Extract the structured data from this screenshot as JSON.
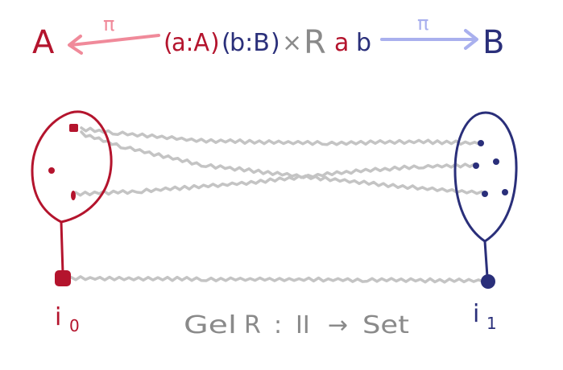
{
  "top_row": {
    "left_set": "A",
    "right_set": "B",
    "left_projection": "π",
    "right_projection": "π",
    "total_space": {
      "open1": "(",
      "a_term": "a:A",
      "close1": ")",
      "open2": "(",
      "b_term": "b:B",
      "close2": ")",
      "times": "×",
      "relation": "R",
      "arg_a": "a",
      "arg_b": "b"
    }
  },
  "endpoints": {
    "left": "i",
    "left_index": "0",
    "right": "i",
    "right_index": "1"
  },
  "caption": {
    "gel": "Gel",
    "relation": "R",
    "colon": ":",
    "interval": "II",
    "arrow": "→",
    "set": "Set"
  },
  "colors": {
    "red": "#b4142d",
    "blue": "#2a2f7a",
    "pink": "#f08a9a",
    "lavender": "#a9b0ee",
    "gray": "#8a8a8a",
    "wire": "#c4c4c4"
  }
}
